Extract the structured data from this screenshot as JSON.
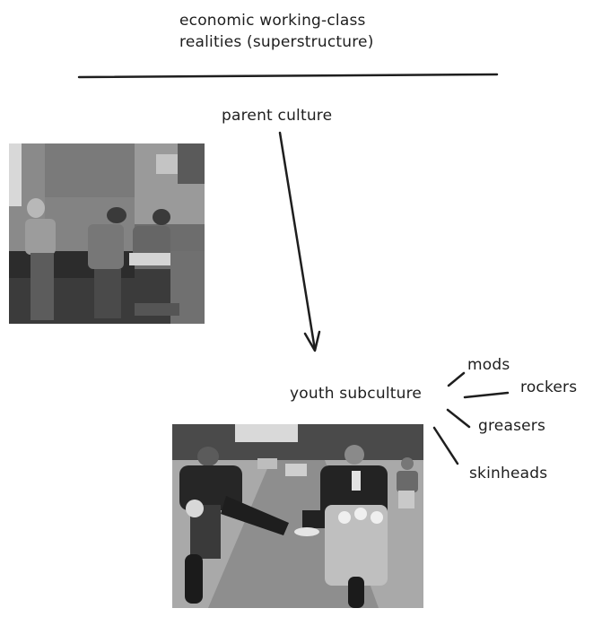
{
  "header": {
    "line1": "economic working-class",
    "line2": "realities (superstructure)"
  },
  "nodes": {
    "parent_culture": "parent culture",
    "youth_subculture": "youth subculture"
  },
  "subcultures": [
    {
      "label": "mods"
    },
    {
      "label": "rockers"
    },
    {
      "label": "greasers"
    },
    {
      "label": "skinheads"
    }
  ],
  "images": {
    "parent_photo": "black-and-white photo of working-class men resting in a workshop",
    "youth_photo": "black-and-white photo of young men riding motorcycles and scooters"
  },
  "colors": {
    "stroke": "#1e1e1e",
    "background": "#ffffff"
  }
}
